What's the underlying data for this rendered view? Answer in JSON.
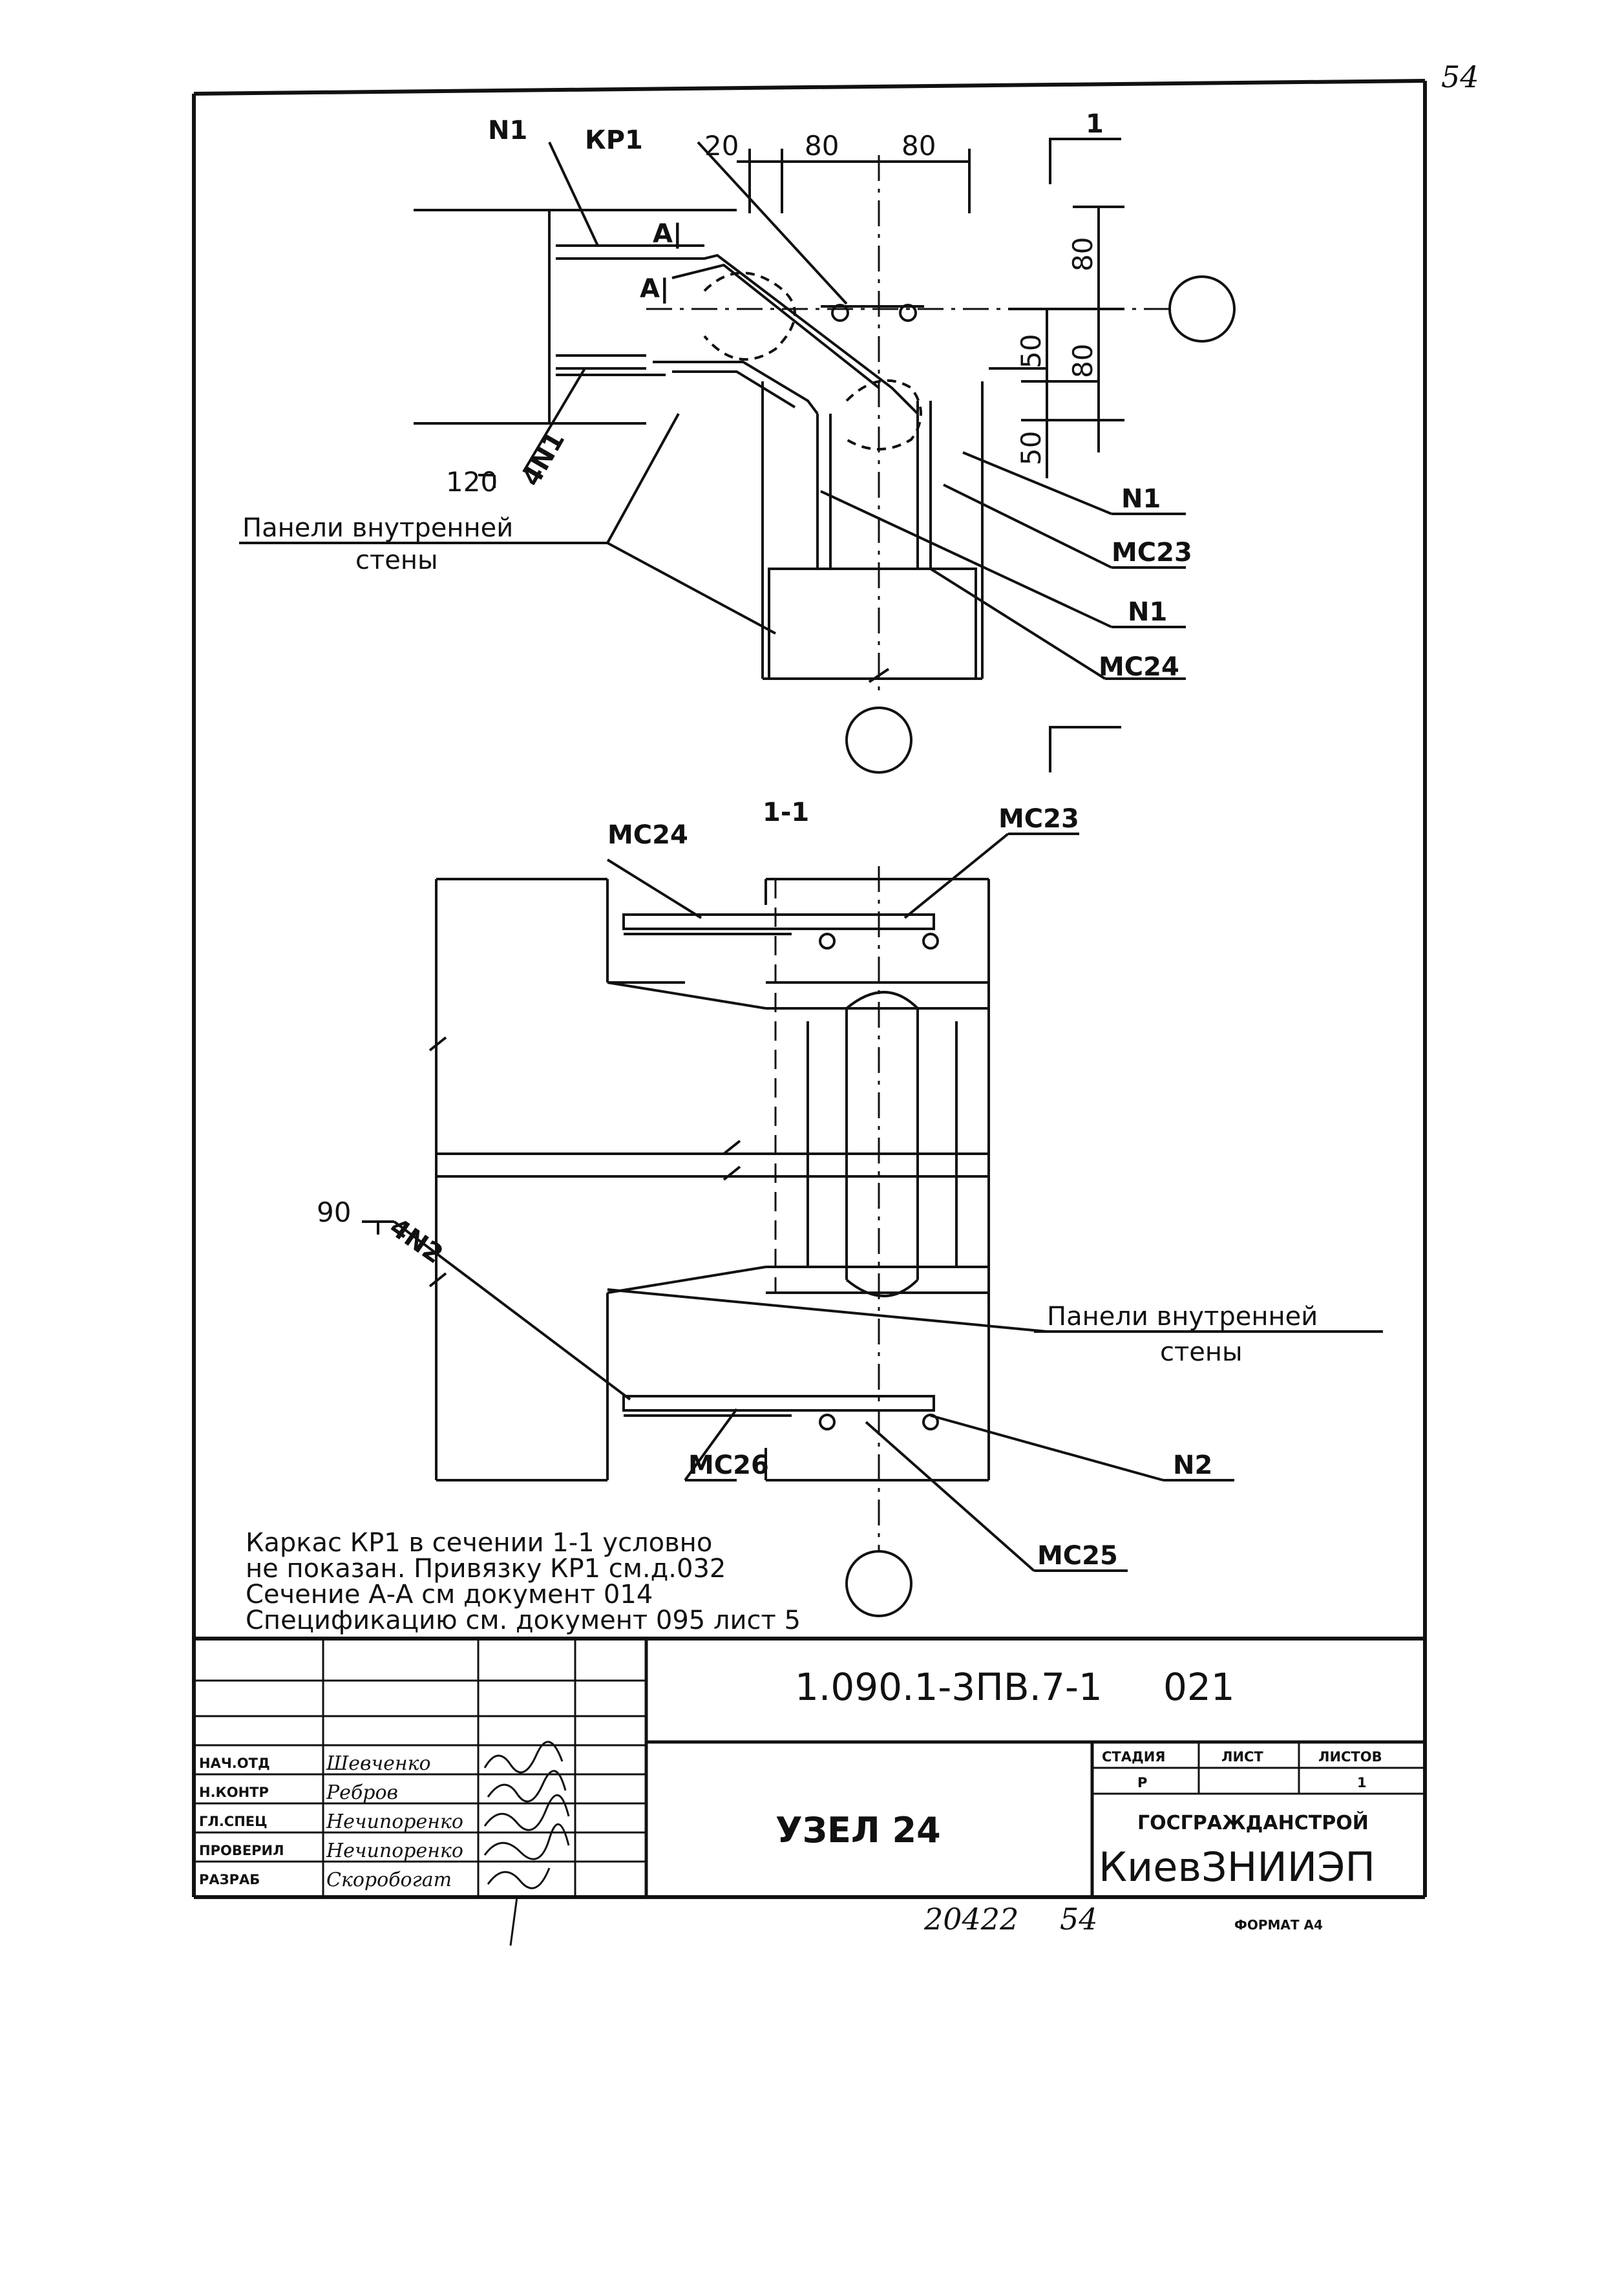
{
  "page_number_top": "54",
  "labels": {
    "n1_top": "N1",
    "kr1": "КР1",
    "a1_upper": "А|",
    "a1_lower": "А|",
    "n1_right_1": "N1",
    "mc23_top": "МС23",
    "n1_right_2": "N1",
    "mc24_top": "МС24",
    "weld_120": "120",
    "rebar_4n1": "4N1",
    "panels_top_line1": "Панели внутренней",
    "panels_top_line2": "стены",
    "section_marker": "1",
    "section_title": "1-1",
    "mc24_section": "МС24",
    "mc23_section": "МС23",
    "weld_90": "90",
    "rebar_4n2": "4N2",
    "panels_bottom_line1": "Панели внутренней",
    "panels_bottom_line2": "стены",
    "n2": "N2",
    "mc26": "МС26",
    "mc25": "МС25"
  },
  "dimensions": {
    "d20": "20",
    "d80_a": "80",
    "d80_b": "80",
    "v80_a": "80",
    "v80_b": "80",
    "v50_a": "50",
    "v50_b": "50"
  },
  "notes": [
    "Каркас КР1 в сечении 1-1 условно",
    "не показан. Привязку КР1 см.д.032",
    "Сечение А-А см документ 014",
    "Спецификацию см. документ 095 лист 5"
  ],
  "title_block": {
    "document_code": "1.090.1-3ПВ.7-1",
    "document_number": "021",
    "title": "УЗЕЛ 24",
    "stage_header": "СТАДИЯ",
    "sheet_header": "ЛИСТ",
    "sheets_header": "ЛИСТОВ",
    "stage_value": "Р",
    "sheet_value": "",
    "sheets_value": "1",
    "org_line1": "ГОСГРАЖДАНСТРОЙ",
    "org_line2": "КиевЗНИИЭП",
    "roles": [
      {
        "role": "НАЧ.ОТД",
        "name": "Шевченко"
      },
      {
        "role": "Н.КОНТР",
        "name": "Ребров"
      },
      {
        "role": "ГЛ.СПЕЦ",
        "name": "Нечипоренко"
      },
      {
        "role": "ПРОВЕРИЛ",
        "name": "Нечипоренко"
      },
      {
        "role": "РАЗРАБ",
        "name": "Скоробогат"
      }
    ]
  },
  "footer": {
    "inventory_number": "20422",
    "page": "54",
    "format": "ФОРМАТ А4"
  }
}
